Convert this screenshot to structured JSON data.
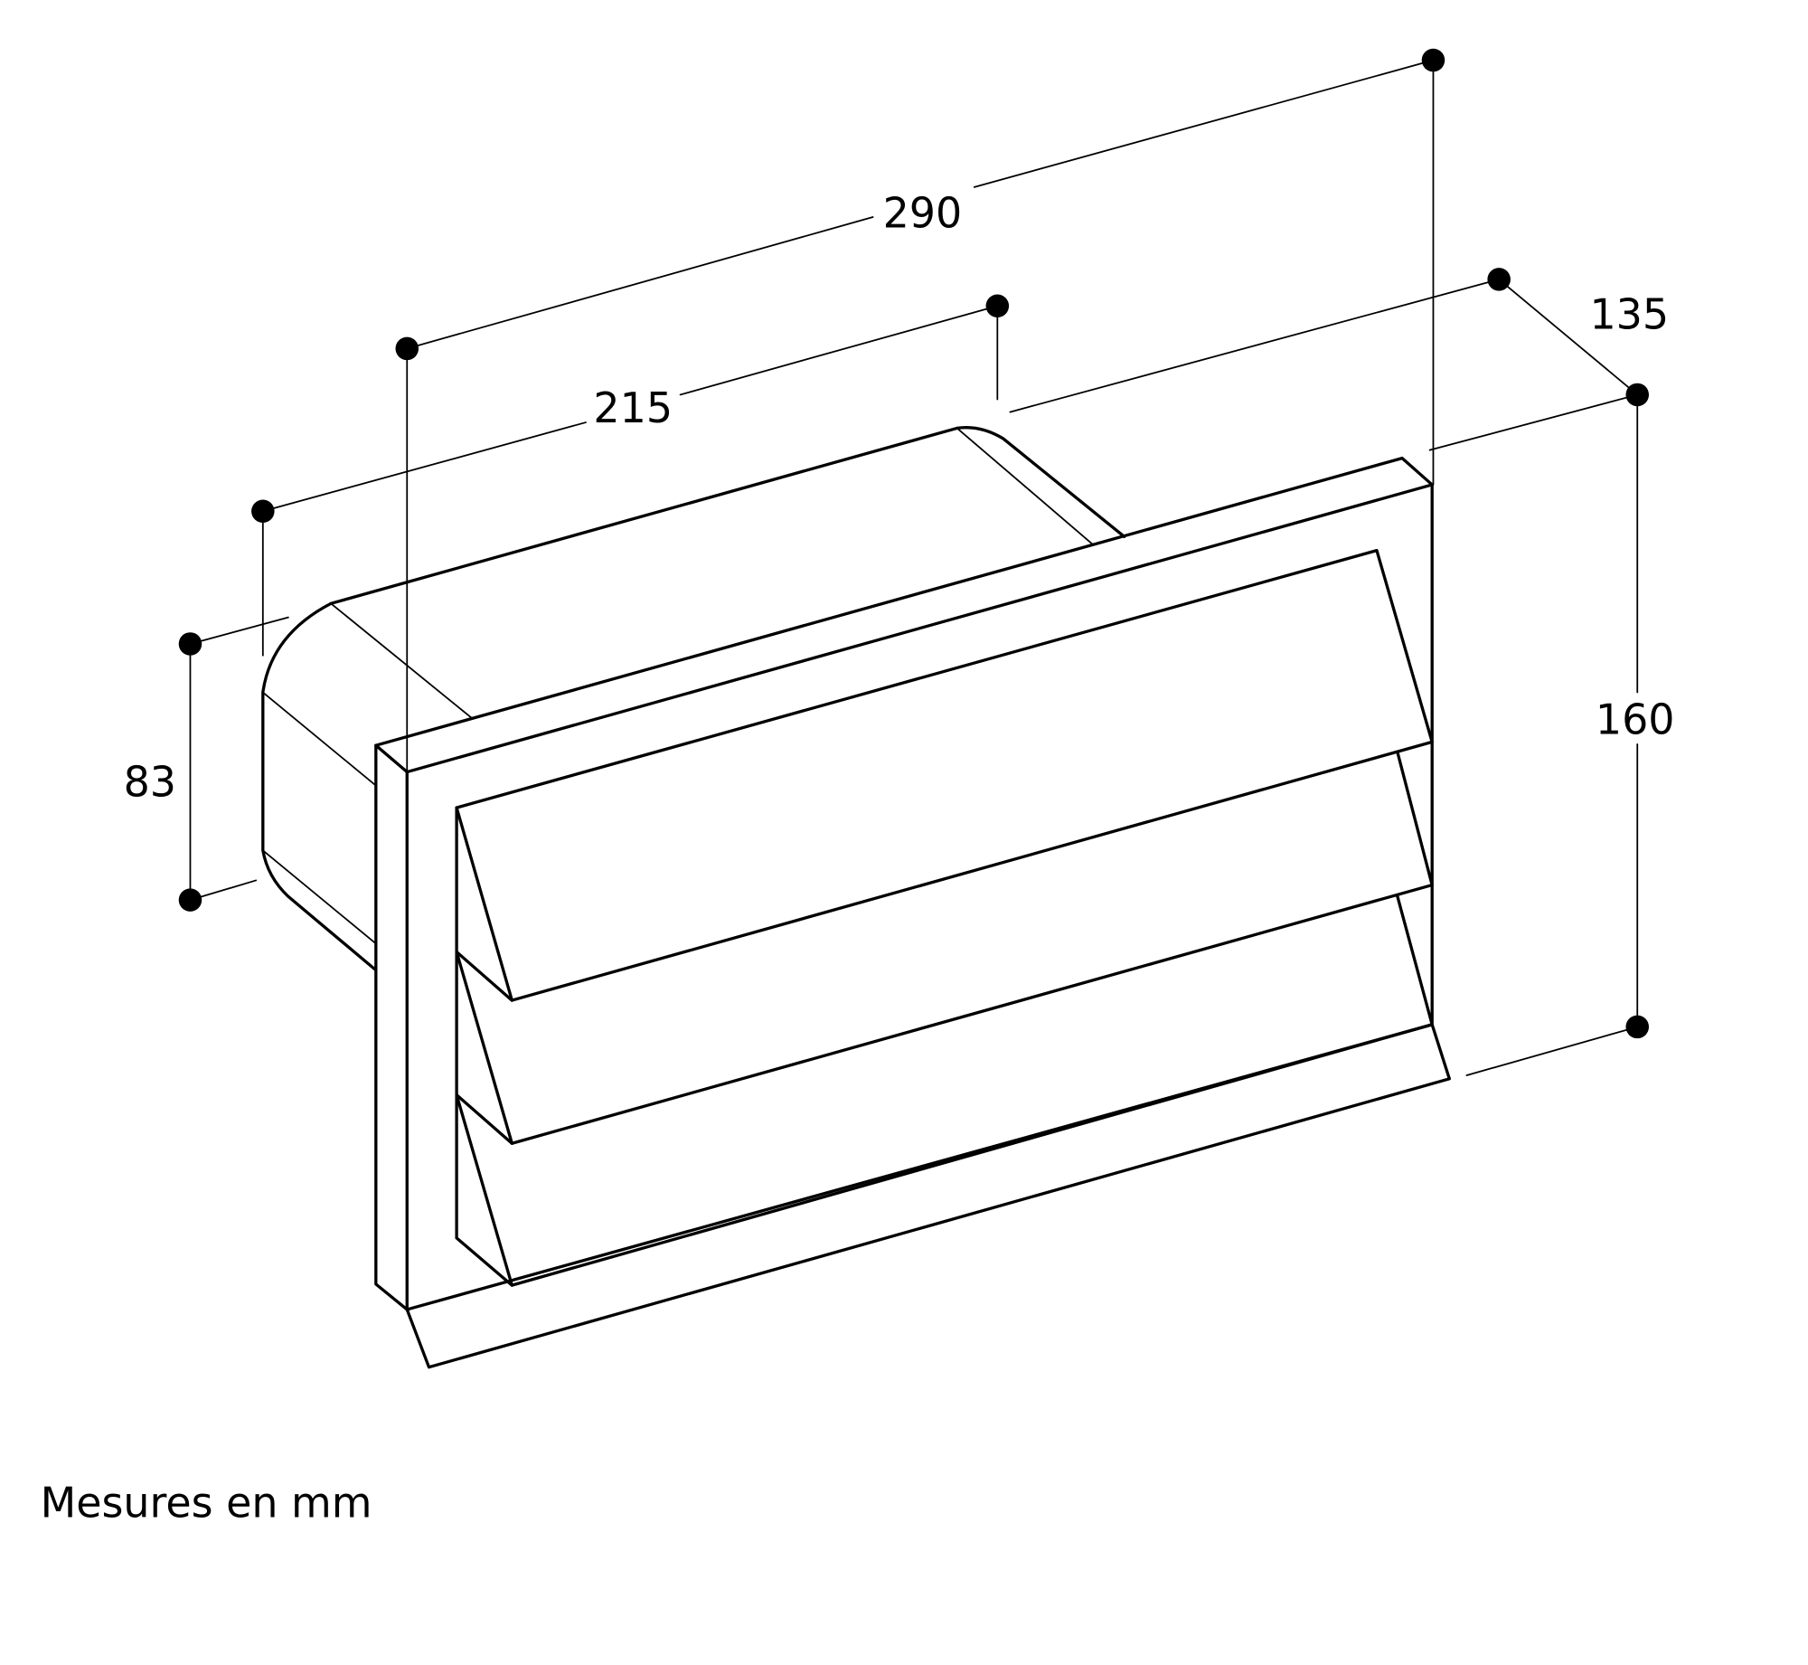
{
  "diagram": {
    "type": "technical-dimension-drawing",
    "subject": "wall vent with louvred flaps (rectangular duct connector)",
    "dimensions": {
      "overall_width": "290",
      "duct_width": "215",
      "depth": "135",
      "overall_height": "160",
      "duct_height": "83"
    },
    "caption": "Mesures en mm",
    "line_color": "#000000",
    "background": "#ffffff"
  }
}
